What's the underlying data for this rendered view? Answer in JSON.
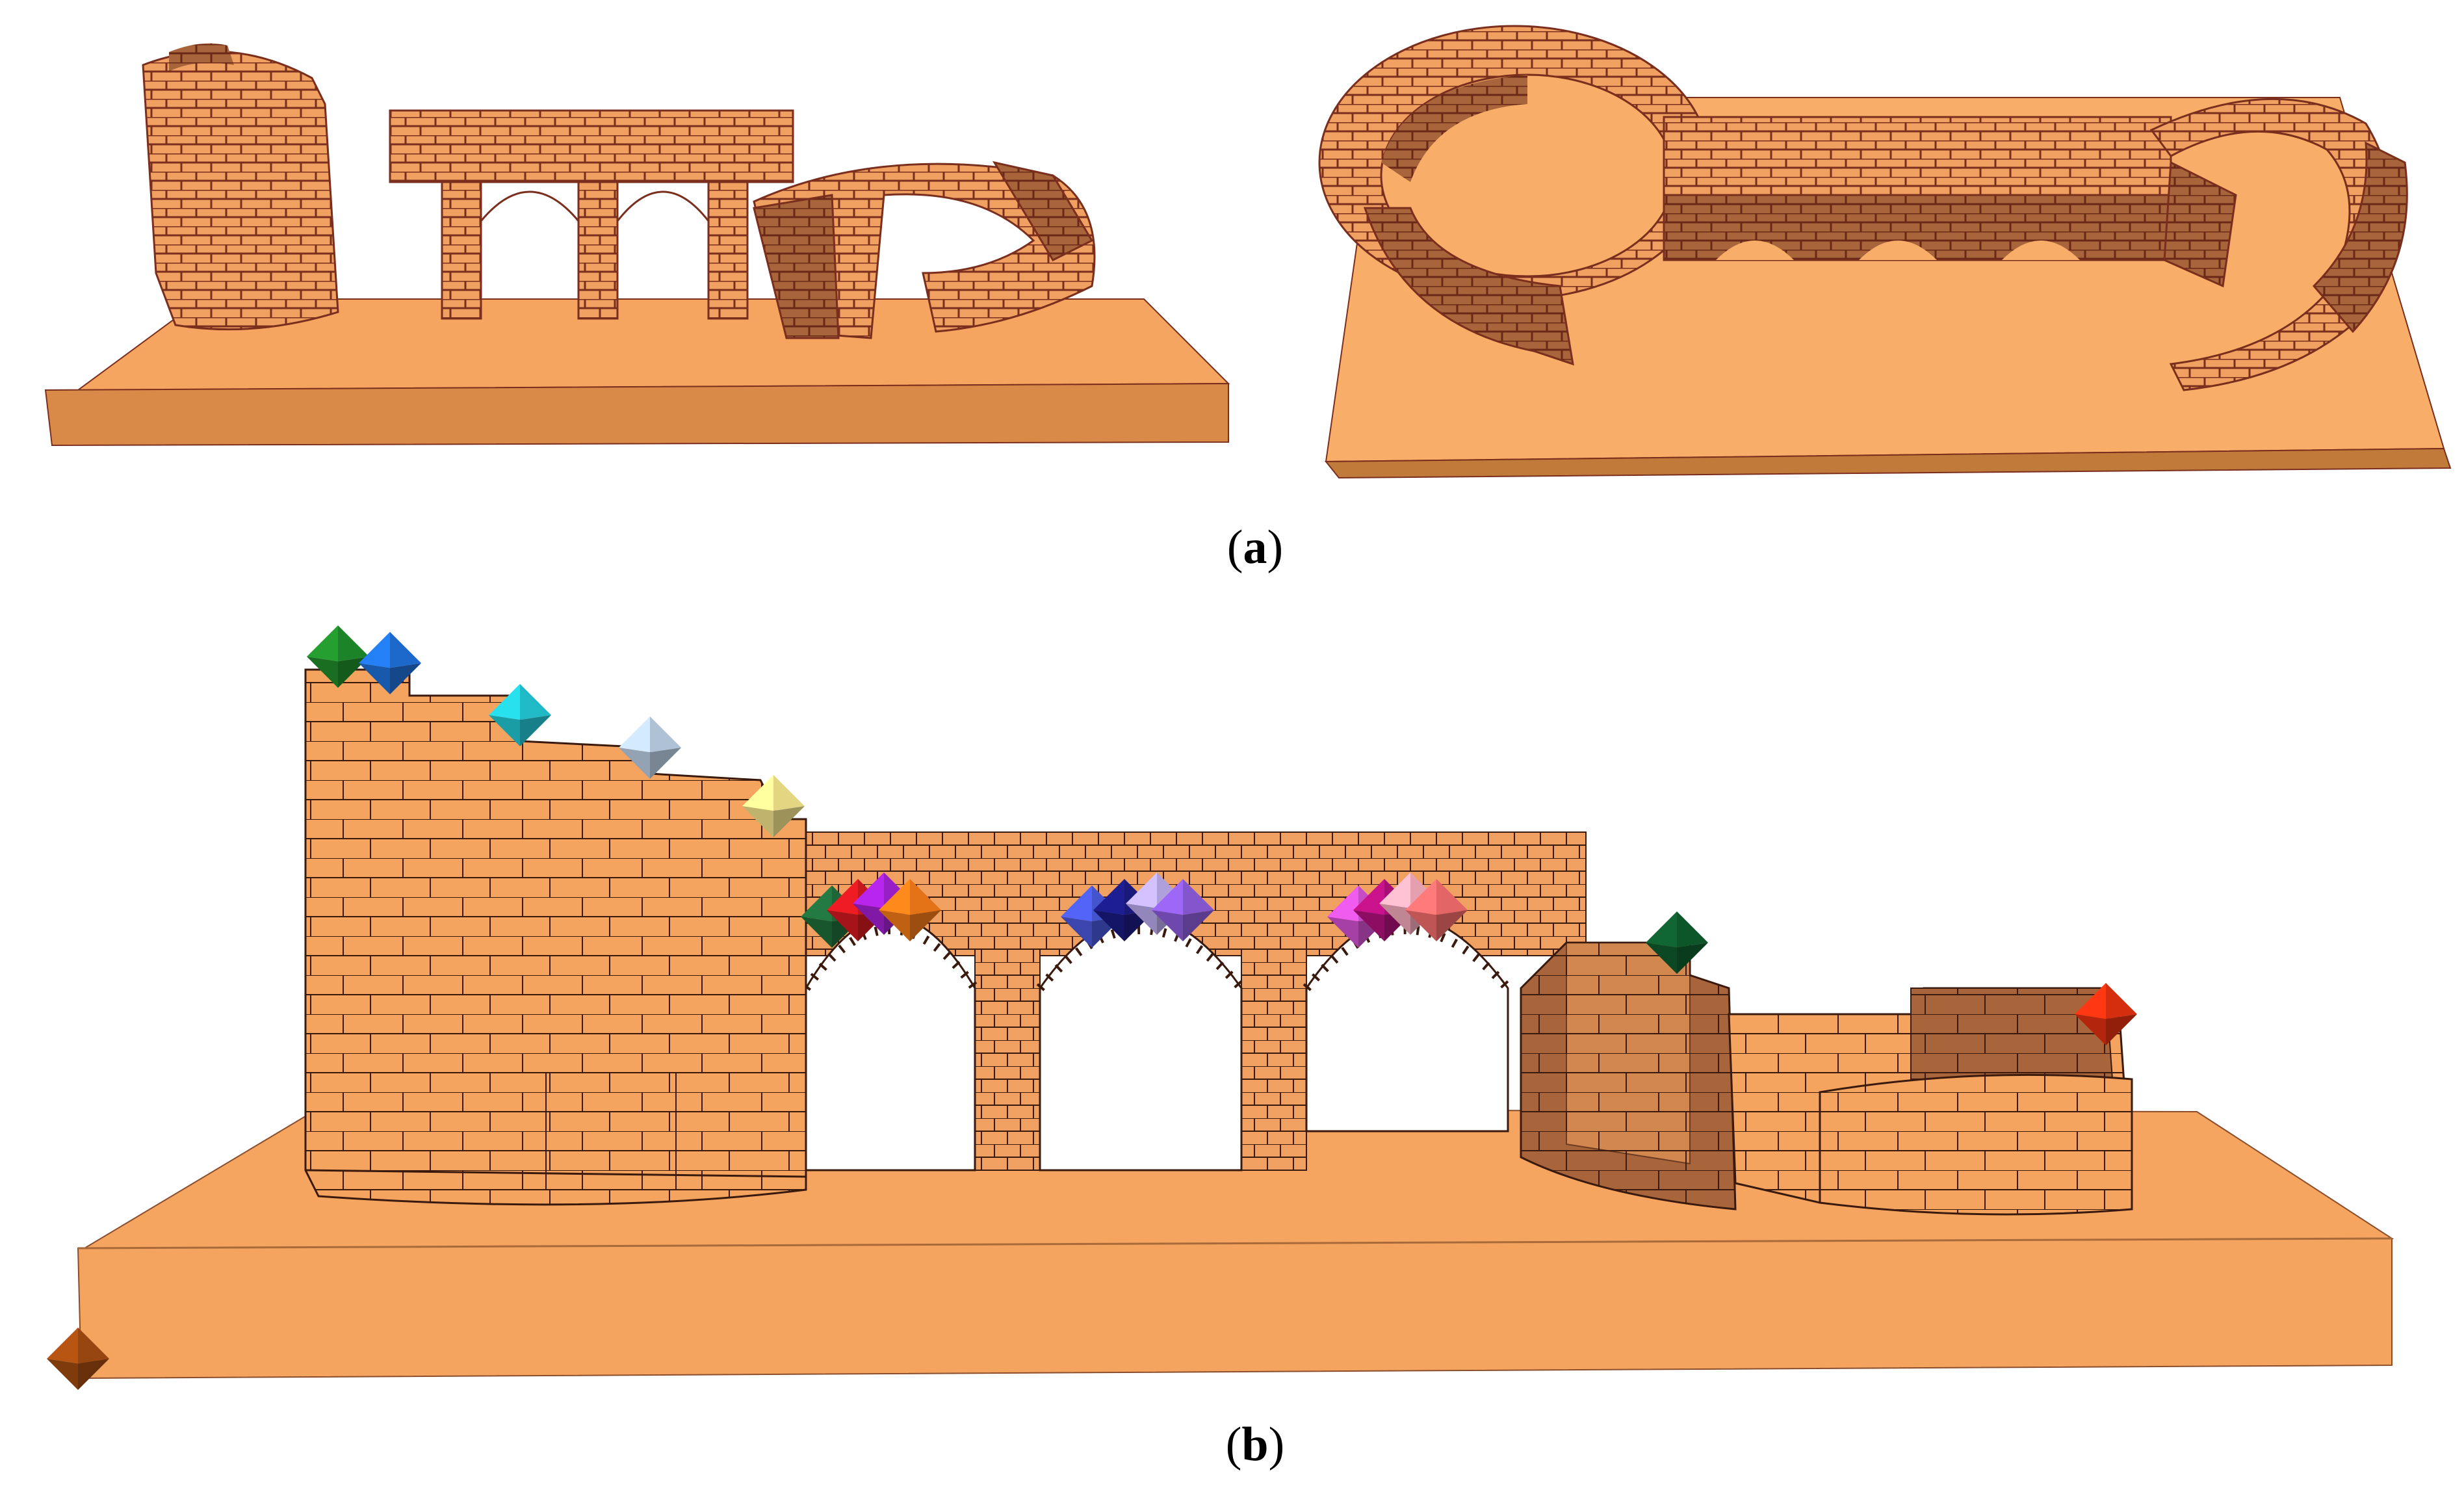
{
  "figure": {
    "panel_a": {
      "label_open": "(",
      "label_letter": "a",
      "label_close": ")"
    },
    "panel_b": {
      "label_open": "(",
      "label_letter": "b",
      "label_close": ")"
    }
  },
  "colors": {
    "stone_light": "#F8A862",
    "stone_mid": "#E09050",
    "stone_dark": "#A8643A",
    "stone_shadow": "#8A4E2C",
    "mortar": "#7A2E1E",
    "base_top": "#F6A560",
    "base_front": "#D98A48"
  },
  "markers": [
    {
      "name": "green",
      "color": "#1F8A2A"
    },
    {
      "name": "blue",
      "color": "#1E6FD6"
    },
    {
      "name": "cyan",
      "color": "#22C4D0"
    },
    {
      "name": "light-steel-blue",
      "color": "#B8CCE0"
    },
    {
      "name": "pale-yellow",
      "color": "#F0E08A"
    },
    {
      "name": "dark-green",
      "color": "#1E6B3A"
    },
    {
      "name": "red",
      "color": "#D0181E"
    },
    {
      "name": "purple",
      "color": "#A020D0"
    },
    {
      "name": "orange",
      "color": "#F07818"
    },
    {
      "name": "royal-blue",
      "color": "#4858D8"
    },
    {
      "name": "navy",
      "color": "#1A1A80"
    },
    {
      "name": "lavender",
      "color": "#B8A8E8"
    },
    {
      "name": "medium-purple",
      "color": "#8A5AD8"
    },
    {
      "name": "orchid",
      "color": "#D050D0"
    },
    {
      "name": "magenta",
      "color": "#B0107A"
    },
    {
      "name": "pink",
      "color": "#F0A8B8"
    },
    {
      "name": "salmon",
      "color": "#F06A6A"
    },
    {
      "name": "forest-green",
      "color": "#0E5A2C"
    },
    {
      "name": "red-orange",
      "color": "#E03010"
    },
    {
      "name": "brown",
      "color": "#A04A10"
    }
  ]
}
